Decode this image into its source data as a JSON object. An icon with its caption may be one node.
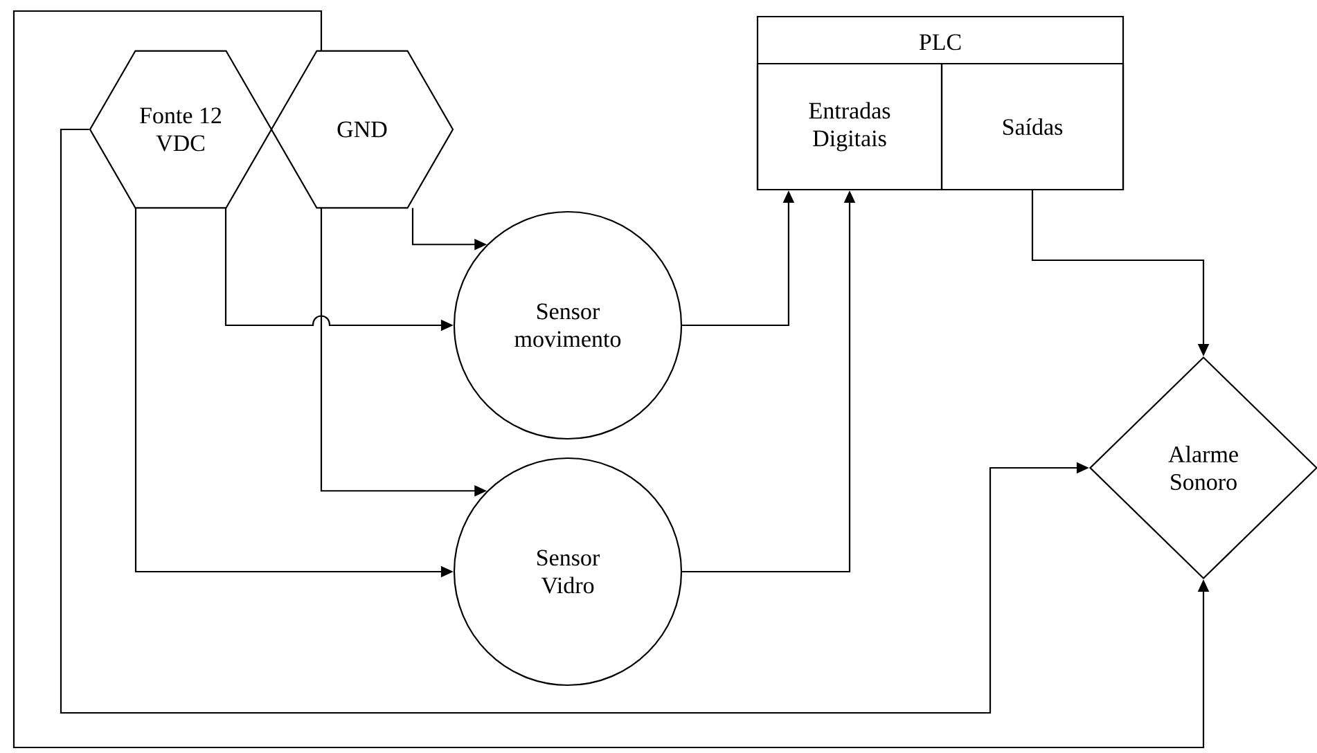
{
  "diagram": {
    "nodes": [
      {
        "text": [
          "Fonte 12 VDC"
        ]
      },
      {
        "text": [
          "GND"
        ]
      },
      {
        "text": [
          "PLC"
        ]
      },
      {
        "text": [
          "Entradas Digitais"
        ],
        "in": 2
      },
      {
        "text": [
          "Saídas"
        ],
        "in": 2
      },
      {
        "text": [
          "Sensor movimento"
        ]
      },
      {
        "text": [
          "Sensor Vidro"
        ]
      },
      {
        "text": [
          "Alarme Sonoro"
        ]
      }
    ],
    "edges": [
      {
        "from": 1,
        "to": 5,
        "arrow": "to"
      },
      {
        "from": 0,
        "to": 5,
        "arrow": "to"
      },
      {
        "from": 1,
        "to": 6,
        "arrow": "to"
      },
      {
        "from": 0,
        "to": 6,
        "arrow": "to"
      },
      {
        "from": 5,
        "to": 3,
        "arrow": "to"
      },
      {
        "from": 6,
        "to": 3,
        "arrow": "to"
      },
      {
        "from": 4,
        "to": 7,
        "arrow": "to"
      },
      {
        "from": 0,
        "to": 7,
        "arrow": "to"
      },
      {
        "from": 1,
        "to": 7,
        "arrow": "to"
      }
    ]
  }
}
